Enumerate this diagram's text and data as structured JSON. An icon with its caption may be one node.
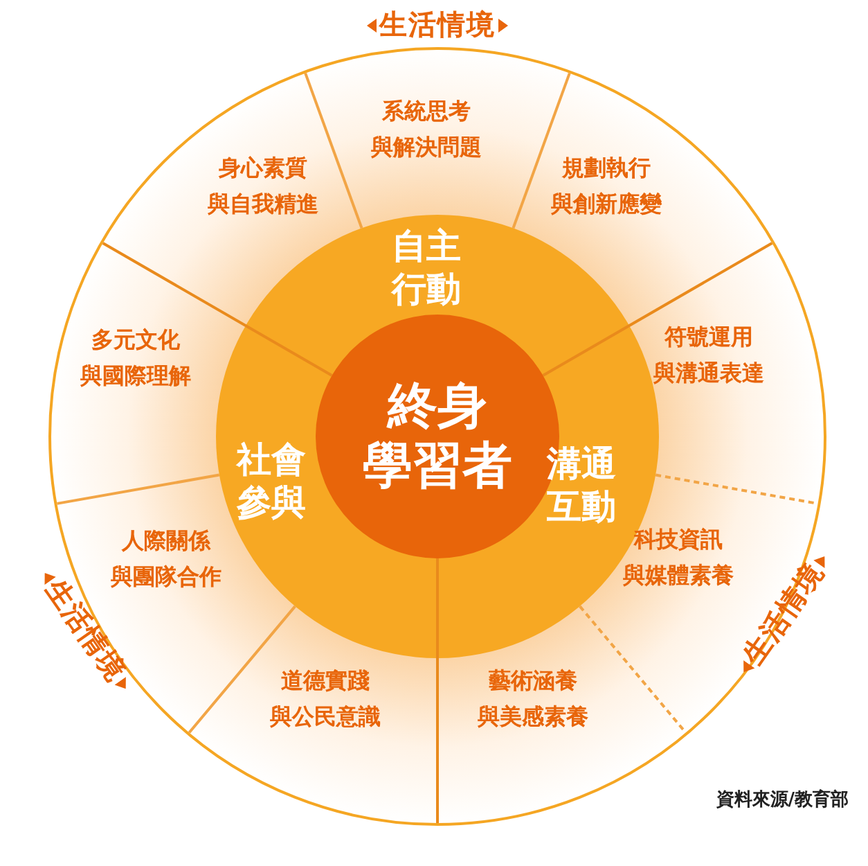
{
  "diagram": {
    "nodes": [
      {
        "text": [
          "終身學習者"
        ]
      },
      {
        "text": [
          "自主行動"
        ]
      },
      {
        "text": [
          "溝通互動"
        ]
      },
      {
        "text": [
          "社會參與"
        ]
      },
      {
        "text": [
          "系統思考與解決問題"
        ]
      },
      {
        "text": [
          "規劃執行與創新應變"
        ]
      },
      {
        "text": [
          "身心素質與自我精進"
        ]
      },
      {
        "text": [
          "多元文化與國際理解"
        ]
      },
      {
        "text": [
          "符號運用與溝通表達"
        ]
      },
      {
        "text": [
          "人際關係與團隊合作"
        ]
      },
      {
        "text": [
          "科技資訊與媒體素養"
        ]
      },
      {
        "text": [
          "道德實踐與公民意識"
        ]
      },
      {
        "text": [
          "藝術涵養與美感素養"
        ]
      }
    ],
    "labels": [
      "生活情境",
      "生活情境",
      "生活情境",
      "資料來源/教育部"
    ]
  }
}
